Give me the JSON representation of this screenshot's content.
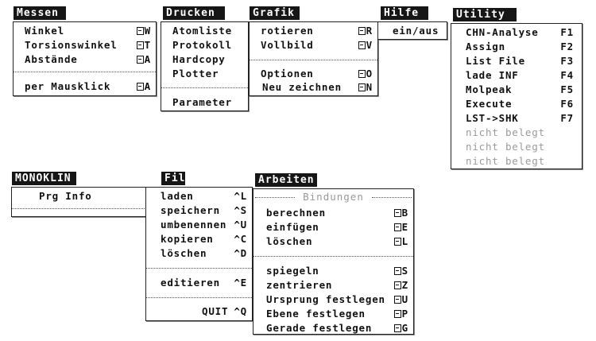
{
  "menus": {
    "messen": {
      "title": "Messen",
      "items": [
        {
          "label": "Winkel",
          "key": "W"
        },
        {
          "label": "Torsionswinkel",
          "key": "T"
        },
        {
          "label": "Abstände",
          "key": "A"
        },
        {
          "label": "per Mausklick",
          "key": "A"
        }
      ]
    },
    "drucken": {
      "title": "Drucken",
      "items": [
        {
          "label": "Atomliste"
        },
        {
          "label": "Protokoll"
        },
        {
          "label": "Hardcopy"
        },
        {
          "label": "Plotter"
        },
        {
          "label": "Parameter"
        }
      ]
    },
    "grafik": {
      "title": "Grafik",
      "items": [
        {
          "label": "rotieren",
          "key": "R"
        },
        {
          "label": "Vollbild",
          "key": "V"
        },
        {
          "label": "Optionen",
          "key": "O"
        },
        {
          "label": "Neu zeichnen",
          "key": "N"
        }
      ]
    },
    "hilfe": {
      "title": "Hilfe",
      "items": [
        {
          "label": "ein/aus"
        }
      ]
    },
    "utility": {
      "title": "Utility",
      "items": [
        {
          "label": "CHN-Analyse",
          "key": "F1"
        },
        {
          "label": "Assign",
          "key": "F2"
        },
        {
          "label": "List File",
          "key": "F3"
        },
        {
          "label": "lade INF",
          "key": "F4"
        },
        {
          "label": "Molpeak",
          "key": "F5"
        },
        {
          "label": "Execute",
          "key": "F6"
        },
        {
          "label": "LST->SHK",
          "key": "F7"
        },
        {
          "label": "nicht belegt"
        },
        {
          "label": "nicht belegt"
        },
        {
          "label": "nicht belegt"
        }
      ]
    },
    "monoklin": {
      "title": "MONOKLIN",
      "items": [
        {
          "label": "Prg Info"
        }
      ]
    },
    "file": {
      "title": "File",
      "items": [
        {
          "label": "laden",
          "key": "^L"
        },
        {
          "label": "speichern",
          "key": "^S"
        },
        {
          "label": "umbenennen",
          "key": "^U"
        },
        {
          "label": "kopieren",
          "key": "^C"
        },
        {
          "label": "löschen",
          "key": "^D"
        },
        {
          "label": "editieren",
          "key": "^E"
        },
        {
          "label": "QUIT",
          "key": "^Q"
        }
      ]
    },
    "arbeiten": {
      "title": "Arbeiten",
      "section": "Bindungen",
      "items": [
        {
          "label": "berechnen",
          "key": "B"
        },
        {
          "label": "einfügen",
          "key": "E"
        },
        {
          "label": "löschen",
          "key": "L"
        },
        {
          "label": "spiegeln",
          "key": "S"
        },
        {
          "label": "zentrieren",
          "key": "Z"
        },
        {
          "label": "Ursprung festlegen",
          "key": "U"
        },
        {
          "label": "Ebene festlegen",
          "key": "P"
        },
        {
          "label": "Gerade festlegen",
          "key": "G"
        }
      ]
    }
  },
  "shortcut_icon": "command-key-icon"
}
